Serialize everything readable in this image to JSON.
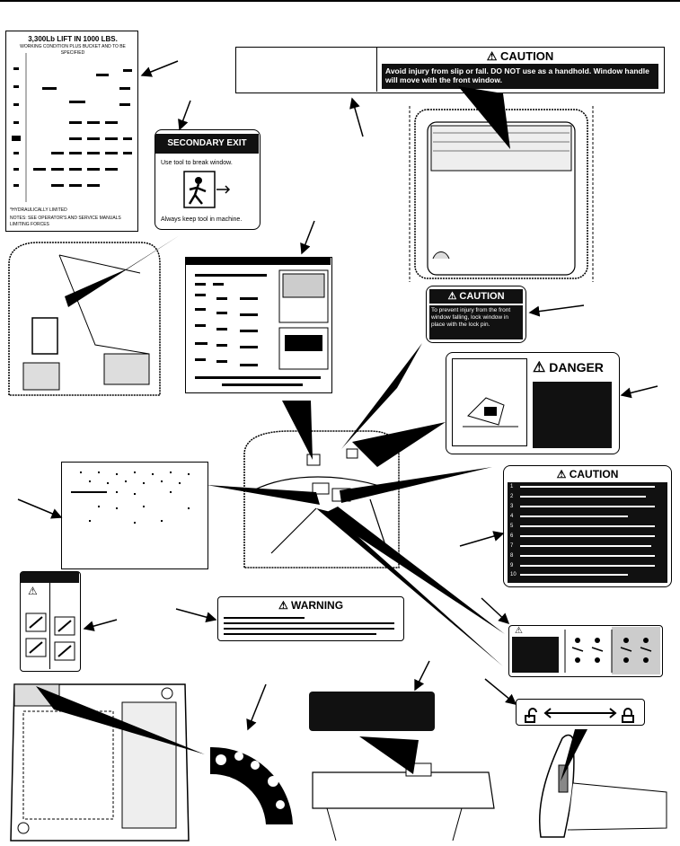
{
  "page": {
    "header_rule": true
  },
  "lift_chart": {
    "title": "3,300Lb LIFT IN 1000 LBS.",
    "subtitle": "WORKING CONDITION PLUS BUCKET AND TO BE SPECIFIED",
    "footer_note": "*HYDRAULICALLY LIMITED",
    "footer_lines": [
      "NOTES: SEE OPERATOR'S AND SERVICE MANUALS",
      "LIMITING FORCES"
    ]
  },
  "caution_window": {
    "title": "CAUTION",
    "text": "Avoid injury from slip or fall. DO NOT use as a handhold. Window handle will move with the front window."
  },
  "secondary_exit": {
    "title": "SECONDARY EXIT",
    "line1": "Use tool to break window.",
    "line2": "Always keep tool in machine."
  },
  "caution_latch": {
    "title": "CAUTION",
    "text": "To prevent injury from the front window falling, lock window in place with the lock pin."
  },
  "danger": {
    "title": "DANGER"
  },
  "caution_list": {
    "title": "CAUTION",
    "items": [
      "1",
      "2",
      "3",
      "4",
      "5",
      "6",
      "7",
      "8",
      "9",
      "10"
    ]
  },
  "warning": {
    "title": "WARNING"
  },
  "lock_label": {
    "left_icon": "unlock-icon",
    "right_icon": "lock-icon"
  },
  "colors": {
    "ink": "#000000",
    "paper": "#ffffff",
    "shade": "#cccccc"
  }
}
